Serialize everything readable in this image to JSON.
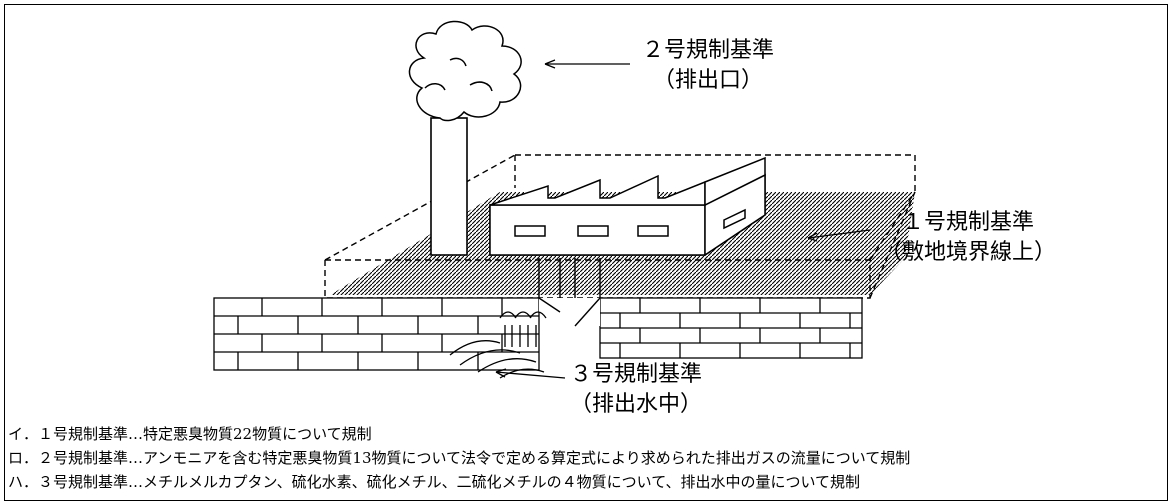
{
  "callouts": {
    "standard_2": {
      "title": "２号規制基準",
      "sub": "（排出口）"
    },
    "standard_1": {
      "title": "１号規制基準",
      "sub": "（敷地境界線上）"
    },
    "standard_3": {
      "title": "３号規制基準",
      "sub": "（排出水中）"
    }
  },
  "notes": [
    "イ．１号規制基準…特定悪臭物質22物質について規制",
    "ロ．２号規制基準…アンモニアを含む特定悪臭物質13物質について法令で定める算定式により求められた排出ガスの流量について規制",
    "ハ．３号規制基準…メチルメルカプタン、硫化水素、硫化メチル、二硫化メチルの４物質について、排出水中の量について規制"
  ]
}
